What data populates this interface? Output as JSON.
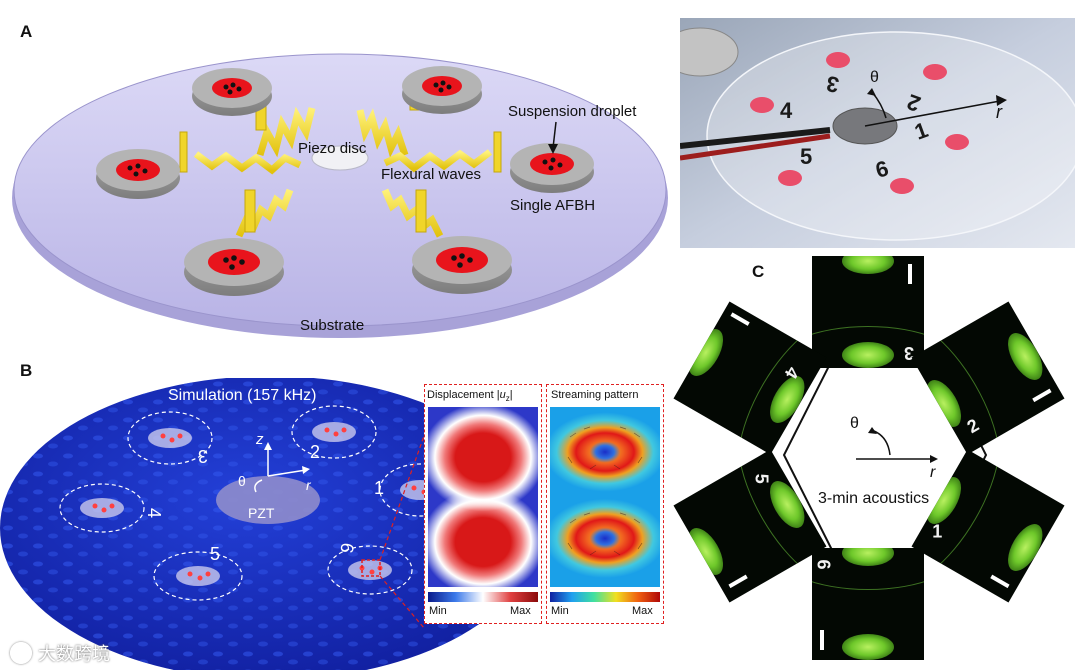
{
  "panel_a": {
    "letter": "A",
    "labels": {
      "piezo_disc": "Piezo disc",
      "flexural_waves": "Flexural waves",
      "suspension_droplet": "Suspension droplet",
      "single_afbh": "Single AFBH",
      "substrate": "Substrate"
    },
    "photo_labels": {
      "theta": "θ",
      "r": "r",
      "numbers": [
        "3",
        "2",
        "4",
        "1",
        "5",
        "6"
      ]
    }
  },
  "panel_b": {
    "letter": "B",
    "title": "Simulation (157 kHz)",
    "axes": {
      "z": "z",
      "theta": "θ",
      "r": "r"
    },
    "center_label": "PZT",
    "chamber_numbers": [
      "2",
      "3",
      "1",
      "4",
      "5",
      "6"
    ],
    "displacement": {
      "title_prefix": "Displacement |",
      "title_var": "u",
      "title_sub": "z",
      "title_suffix": "|",
      "min": "Min",
      "max": "Max"
    },
    "streaming": {
      "title": "Streaming pattern",
      "min": "Min",
      "max": "Max"
    }
  },
  "panel_c": {
    "letter": "C",
    "center_label": "3-min acoustics",
    "theta": "θ",
    "r": "r",
    "tile_numbers": [
      "3",
      "4",
      "2",
      "5",
      "1",
      "6"
    ]
  },
  "watermark": "大数跨境",
  "colors": {
    "substrate": "#c9c5ec",
    "droplet": "#e8141c",
    "wave": "#f2e11e",
    "sim_blue": "#1830c8",
    "highlight_red": "#e02020"
  }
}
